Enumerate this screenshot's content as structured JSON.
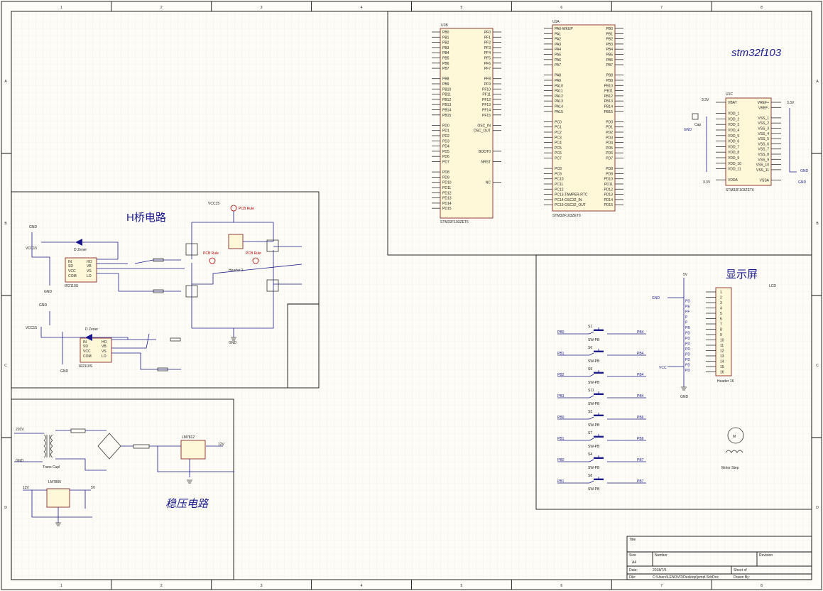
{
  "frame": {
    "col_labels": [
      "1",
      "2",
      "3",
      "4",
      "5",
      "6",
      "7",
      "8"
    ],
    "row_labels": [
      "A",
      "B",
      "C",
      "D"
    ]
  },
  "labels": {
    "hbridge_title": "H桥电路",
    "regulator_title": "稳压电路",
    "display_title": "显示屏",
    "mcu_title": "stm32f103",
    "lcd": "LCD",
    "vcc15": "VCC15",
    "pcb_rule": "PCB Rule",
    "gnd": "GND",
    "v33": "3.3V",
    "v5": "5V",
    "vcc": "VCC",
    "v12": "12V",
    "v220": "220V",
    "trans_cupl": "Trans Cupl",
    "header2": "Header 2",
    "header16": "Header 16",
    "motor_step": "Motor Step",
    "ir2110s": "IR2110S",
    "d_zener": "D Zener",
    "lm7812": "LM7812",
    "lm7805": "LM7805",
    "sw_pb": "SW-PB",
    "cap": "Cap",
    "stm_name": "STM32F103ZET6"
  },
  "u1b": {
    "ref": "U1B",
    "left": [
      "PB0",
      "PB1",
      "PB2",
      "PB3",
      "PB4",
      "PB5",
      "PB6",
      "PB7",
      "",
      "PB8",
      "PB9",
      "PB10",
      "PB11",
      "PB12",
      "PB13",
      "PB14",
      "PB15",
      "",
      "PD0",
      "PD1",
      "PD2",
      "PD3",
      "PD4",
      "PD5",
      "PD6",
      "PD7",
      "",
      "PD8",
      "PD9",
      "PD10",
      "PD11",
      "PD12",
      "PD13",
      "PD14",
      "PD15"
    ],
    "right": [
      "PF0",
      "PF1",
      "PF2",
      "PF3",
      "PF4",
      "PF5",
      "PF6",
      "PF7",
      "",
      "PF8",
      "PF9",
      "PF10",
      "PF11",
      "PF12",
      "PF13",
      "PF14",
      "PF15",
      "",
      "OSC_IN",
      "OSC_OUT",
      "",
      "",
      "",
      "BOOT0",
      "",
      "NRST",
      "",
      "",
      "",
      "NC"
    ]
  },
  "u1a": {
    "ref": "U1A",
    "left": [
      "PA0-WKUP",
      "PA1",
      "PA2",
      "PA3",
      "PA4",
      "PA5",
      "PA6",
      "PA7",
      "",
      "PA8",
      "PA9",
      "PA10",
      "PA11",
      "PA12",
      "PA13",
      "PA14",
      "PA15",
      "",
      "PC0",
      "PC1",
      "PC2",
      "PC3",
      "PC4",
      "PC5",
      "PC6",
      "PC7",
      "",
      "PC8",
      "PC9",
      "PC10",
      "PC11",
      "PC12",
      "PC13-TAMPER-RTC",
      "PC14-OSC32_IN",
      "PC15-OSC32_OUT"
    ],
    "right": [
      "PB0",
      "PB1",
      "PB2",
      "PB3",
      "PB4",
      "PB5",
      "PB6",
      "PB7",
      "",
      "PB8",
      "PB9",
      "PB10",
      "PB11",
      "PB12",
      "PB13",
      "PB14",
      "PB15",
      "",
      "PD0",
      "PD1",
      "PD2",
      "PD3",
      "PD4",
      "PD5",
      "PD6",
      "PD7",
      "",
      "PD8",
      "PD9",
      "PD10",
      "PD11",
      "PD12",
      "PD13",
      "PD14",
      "PD15"
    ]
  },
  "u1c": {
    "ref": "U1C",
    "left": [
      "VBAT",
      "",
      "VDD_1",
      "VDD_2",
      "VDD_3",
      "VDD_4",
      "VDD_5",
      "VDD_6",
      "VDD_7",
      "VDD_8",
      "VDD_9",
      "VDD_10",
      "VDD_11",
      "",
      "VDDA"
    ],
    "right": [
      "VREF+",
      "VREF-",
      "",
      "VSS_1",
      "VSS_2",
      "VSS_3",
      "VSS_4",
      "VSS_5",
      "VSS_6",
      "VSS_7",
      "VSS_8",
      "VSS_9",
      "VSS_10",
      "VSS_11",
      "",
      "VSSA"
    ]
  },
  "lcd_pins": [
    "1",
    "2",
    "3",
    "4",
    "5",
    "6",
    "7",
    "8",
    "9",
    "10",
    "11",
    "12",
    "13",
    "14",
    "15",
    "16"
  ],
  "lcd_nets": [
    "",
    "",
    "PD",
    "PE",
    "PF",
    "P",
    "P",
    "PB",
    "PD",
    "PD",
    "PD",
    "PD",
    "PD",
    "PD",
    "PD",
    "PD"
  ],
  "switches": [
    {
      "ref": "S1",
      "left": "PB0",
      "right": "PB4"
    },
    {
      "ref": "S6",
      "left": "PB1",
      "right": "PB4"
    },
    {
      "ref": "S9",
      "left": "PB2",
      "right": "PB4"
    },
    {
      "ref": "S11",
      "left": "PB3",
      "right": "PB4"
    },
    {
      "ref": "S3",
      "left": "PB0",
      "right": "PB6"
    },
    {
      "ref": "S7",
      "left": "PB1",
      "right": "PB6"
    },
    {
      "ref": "S4",
      "left": "PB0",
      "right": "PB7"
    },
    {
      "ref": "S8",
      "left": "PB1",
      "right": "PB7"
    }
  ],
  "title_block": {
    "title": "Title",
    "size": "Size",
    "size_val": "A4",
    "number": "Number",
    "revision": "Revision",
    "date": "Date:",
    "date_val": "2018/7/5",
    "sheet": "Sheet of",
    "file": "File:",
    "file_val": "C:\\Users\\LENOVO\\Desktop\\jxmzl.SchDoc",
    "drawn_by": "Drawn By:"
  }
}
